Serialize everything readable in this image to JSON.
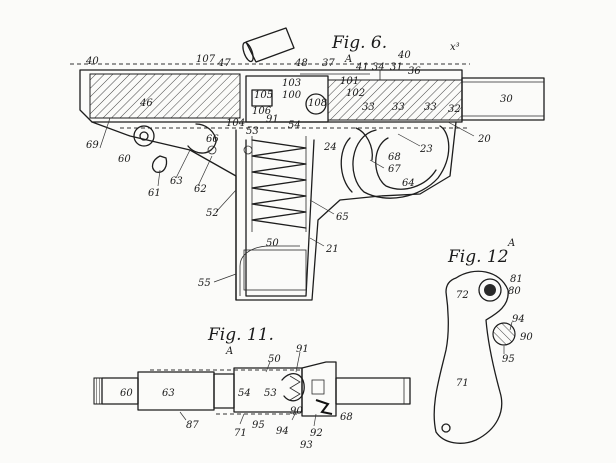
{
  "figures": {
    "fig6": {
      "title": "Fig. 6.",
      "superscript": "x³",
      "marker": "A"
    },
    "fig11": {
      "title": "Fig. 11.",
      "marker": "A"
    },
    "fig12": {
      "title": "Fig. 12",
      "marker": "A"
    }
  },
  "fig6_labels": {
    "l40a": "40",
    "l69": "69",
    "l107": "107",
    "l47": "47",
    "l48": "48",
    "l37": "37",
    "l41": "41",
    "l34": "34",
    "l31": "31",
    "l40b": "40",
    "l36": "36",
    "l103": "103",
    "l101": "101",
    "l102": "102",
    "l105": "105",
    "l100": "100",
    "l108": "108",
    "l46": "46",
    "l106": "106",
    "l104": "104",
    "l91": "91",
    "l54": "54",
    "l53": "53",
    "l33a": "33",
    "l33b": "33",
    "l33c": "33",
    "l32": "32",
    "l30": "30",
    "l20": "20",
    "l24": "24",
    "l23": "23",
    "l68": "68",
    "l67": "67",
    "l64": "64",
    "l60": "60",
    "l61": "61",
    "l66": "66",
    "l63": "63",
    "l62": "62",
    "l52": "52",
    "l65": "65",
    "l50": "50",
    "l21": "21",
    "l55": "55"
  },
  "fig11_labels": {
    "l50": "50",
    "l91": "91",
    "l60": "60",
    "l63": "63",
    "l54": "54",
    "l53": "53",
    "l87": "87",
    "l71": "71",
    "l95": "95",
    "l94": "94",
    "l90": "90",
    "l92": "92",
    "l93": "93",
    "l68": "68"
  },
  "fig12_labels": {
    "l81": "81",
    "l80": "80",
    "l72": "72",
    "l94": "94",
    "l90": "90",
    "l95": "95",
    "l71": "71"
  }
}
